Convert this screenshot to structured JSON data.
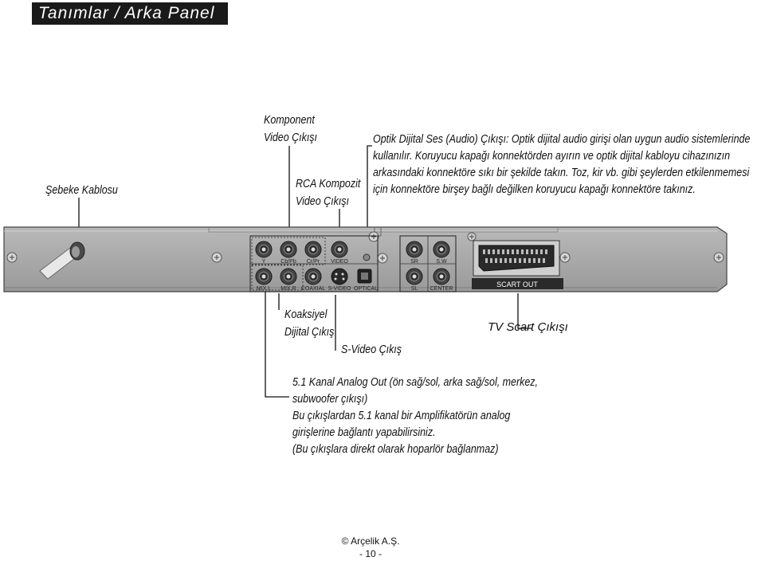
{
  "header": {
    "title": "Tanımlar / Arka Panel"
  },
  "callouts": {
    "power_cable": "Şebeke Kablosu",
    "component_line1": "Komponent",
    "component_line2": "Video Çıkışı",
    "rca_line1": "RCA Kompozit",
    "rca_line2": "Video Çıkışı",
    "optical": [
      "Optik Dijital Ses (Audio) Çıkışı: Optik dijital audio girişi olan uygun audio sistemlerinde",
      "kullanılır. Koruyucu kapağı konnektörden ayırın ve optik dijital kabloyu cihazınızın",
      "arkasındaki konnektöre sıkı bir şekilde takın. Toz, kir vb. gibi şeylerden etkilenmemesi",
      "için konnektöre birşey bağlı değilken koruyucu kapağı konnektöre takınız."
    ],
    "coaxial_line1": "Koaksiyel",
    "coaxial_line2": "Dijital Çıkış",
    "svideo": "S-Video Çıkış",
    "tv_scart": "TV Scart Çıkışı",
    "analog": [
      "5.1 Kanal Analog Out (ön sağ/sol, arka sağ/sol, merkez,",
      "subwoofer çıkışı)",
      "Bu çıkışlardan 5.1 kanal bir  Amplifikatörün analog",
      "girişlerine bağlantı yapabilirsiniz.",
      "(Bu çıkışlara direkt olarak hoparlör bağlanmaz)"
    ]
  },
  "panel_labels": {
    "y": "Y",
    "cb": "Cb/Pb",
    "cr": "Cr/Pr",
    "video": "VIDEO",
    "sr": "SR",
    "sw": "S.W",
    "mix_l": "MIX.L",
    "mix_r": "MIX.R",
    "coaxial": "COAXIAL",
    "s_video": "S-VIDEO",
    "optical": "OPTICAL",
    "sl": "SL",
    "center": "CENTER",
    "scart_out": "SCART OUT"
  },
  "footer": {
    "company": "© Arçelik A.Ş.",
    "page": "- 10 -"
  }
}
